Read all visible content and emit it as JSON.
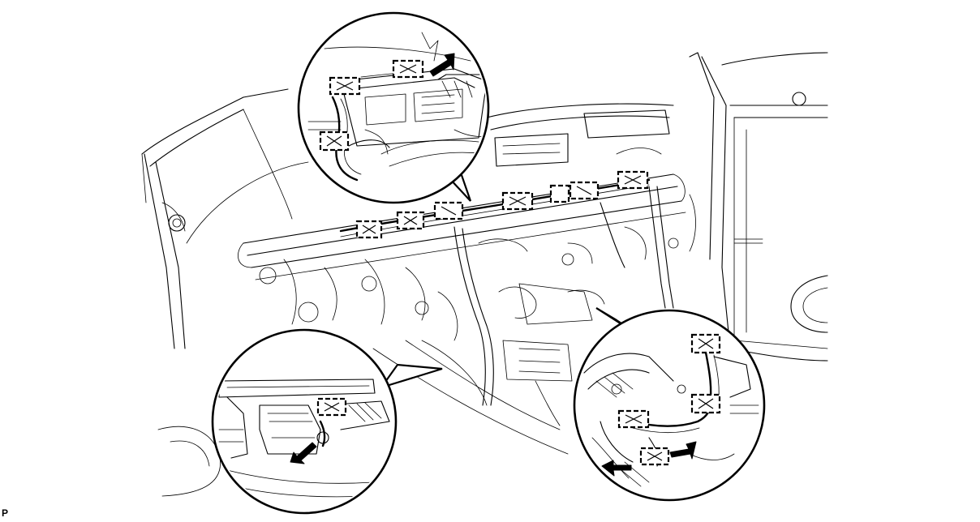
{
  "figure": {
    "code_label": "P"
  },
  "callouts": [
    {
      "name": "upper-detail",
      "clips": 3,
      "arrows": 1
    },
    {
      "name": "lower-left-detail",
      "clips": 1,
      "arrows": 1
    },
    {
      "name": "lower-right-detail",
      "clips": 4,
      "arrows": 2
    }
  ],
  "main_view": {
    "harness_clips": 7
  }
}
